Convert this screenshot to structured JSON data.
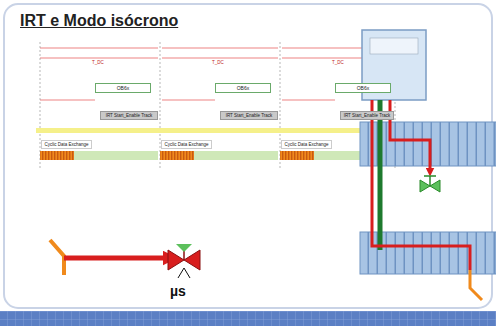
{
  "diagram": {
    "title": "IRT e Modo isócrono",
    "nodes": [
      {
        "text": [
          "OB6x"
        ]
      },
      {
        "text": [
          "OB6x"
        ]
      },
      {
        "text": [
          "OB6x"
        ]
      },
      {
        "text": [
          "IRT Start_Enable Track"
        ]
      },
      {
        "text": [
          "IRT Start_Enable Track"
        ]
      },
      {
        "text": [
          "IRT Start_Enable Track"
        ]
      },
      {
        "text": [
          "Cyclic Data Exchange"
        ]
      },
      {
        "text": [
          "Cyclic Data Exchange"
        ]
      },
      {
        "text": [
          "Cyclic Data Exchange"
        ]
      }
    ],
    "labels": [
      "T_DC",
      "T_DC",
      "T_DC",
      "µs"
    ]
  }
}
